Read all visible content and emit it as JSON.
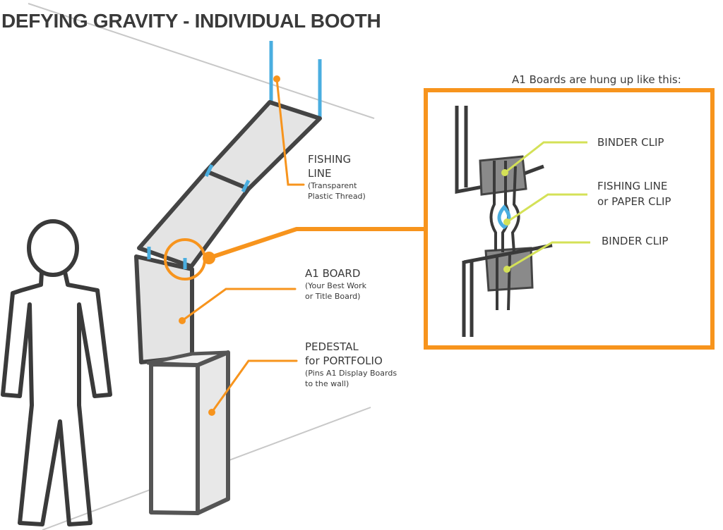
{
  "title": "DEFYING GRAVITY - INDIVIDUAL BOOTH",
  "inset_caption": "A1 Boards are hung up like this:",
  "labels": {
    "fishing_line": {
      "line1": "FISHING",
      "line2": "LINE",
      "note1": "(Transparent",
      "note2": "Plastic Thread)"
    },
    "a1_board": {
      "title": "A1 BOARD",
      "note1": "(Your Best Work",
      "note2": "or Title Board)"
    },
    "pedestal": {
      "line1": "PEDESTAL",
      "line2": "for PORTFOLIO",
      "note1": "(Pins A1 Display Boards",
      "note2": "to the wall)"
    }
  },
  "inset_labels": {
    "binder_clip_top": "BINDER CLIP",
    "fishing_line_1": "FISHING LINE",
    "fishing_line_2": "or PAPER CLIP",
    "binder_clip_bottom": "BINDER CLIP"
  },
  "colors": {
    "accent": "#f7941d",
    "fishing_line": "#4aaee0",
    "callout": "#d4e157",
    "outline": "#444444",
    "board_fill": "#e4e4e4",
    "clip_fill": "#8a8a8a",
    "text": "#3a3a3a",
    "wall_line": "#c8c8c8"
  }
}
